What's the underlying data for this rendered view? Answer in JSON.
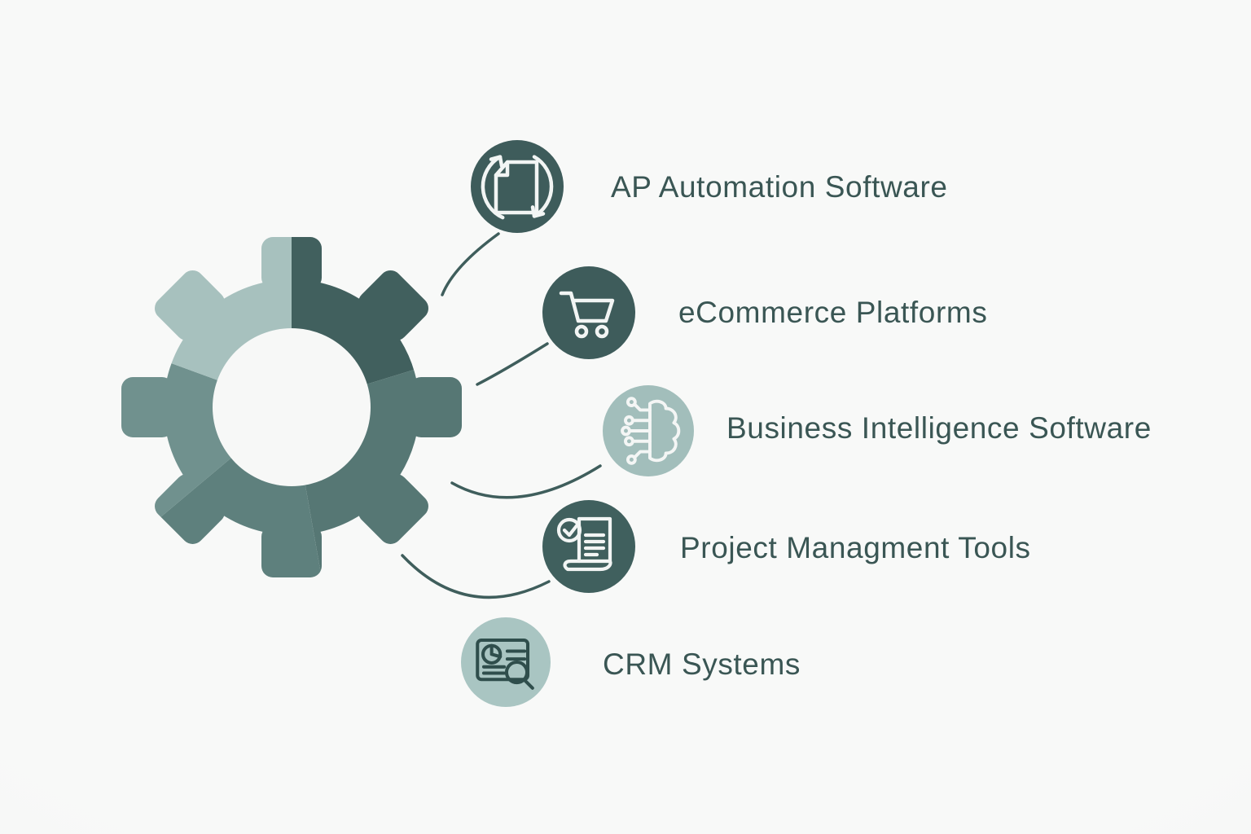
{
  "figure": {
    "type": "infographic",
    "subject": "gear-with-software-categories"
  },
  "items": [
    {
      "label": "AP Automation Software",
      "icon": "sync-document-icon",
      "circle_style": "dark"
    },
    {
      "label": "eCommerce Platforms",
      "icon": "shopping-cart-icon",
      "circle_style": "dark"
    },
    {
      "label": "Business Intelligence Software",
      "icon": "ai-brain-icon",
      "circle_style": "light"
    },
    {
      "label": "Project Managment Tools",
      "icon": "checklist-scroll-icon",
      "circle_style": "dark"
    },
    {
      "label": "CRM Systems",
      "icon": "report-search-icon",
      "circle_style": "light"
    }
  ],
  "colors": {
    "background": "#f7f8f7",
    "label_text": "#3a5654",
    "connector": "#3f5e5c",
    "circle_dark": "#3e5c5b",
    "circle_light": "#a5c1be",
    "icon_stroke_on_dark": "#f2f5f4",
    "icon_stroke_on_light": "#2f4e4c",
    "gear_segments": [
      "#41605e",
      "#567774",
      "#5e807d",
      "#70918e",
      "#a7c1be"
    ]
  }
}
